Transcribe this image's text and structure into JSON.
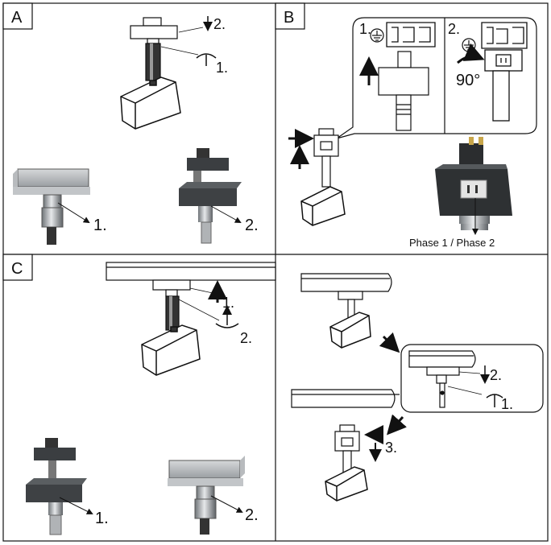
{
  "panels": {
    "a": {
      "letter": "A",
      "step1": "1.",
      "step2": "2.",
      "detail1": "1.",
      "detail2": "2."
    },
    "b": {
      "letter": "B",
      "inset1": "1.",
      "inset2": "2.",
      "angle": "90°",
      "phase": "Phase 1 / Phase 2"
    },
    "c": {
      "letter": "C",
      "step1": "1.",
      "step2": "2.",
      "detail1": "1.",
      "detail2": "2."
    },
    "d": {
      "step1": "1.",
      "step2": "2.",
      "step3": "3."
    }
  }
}
